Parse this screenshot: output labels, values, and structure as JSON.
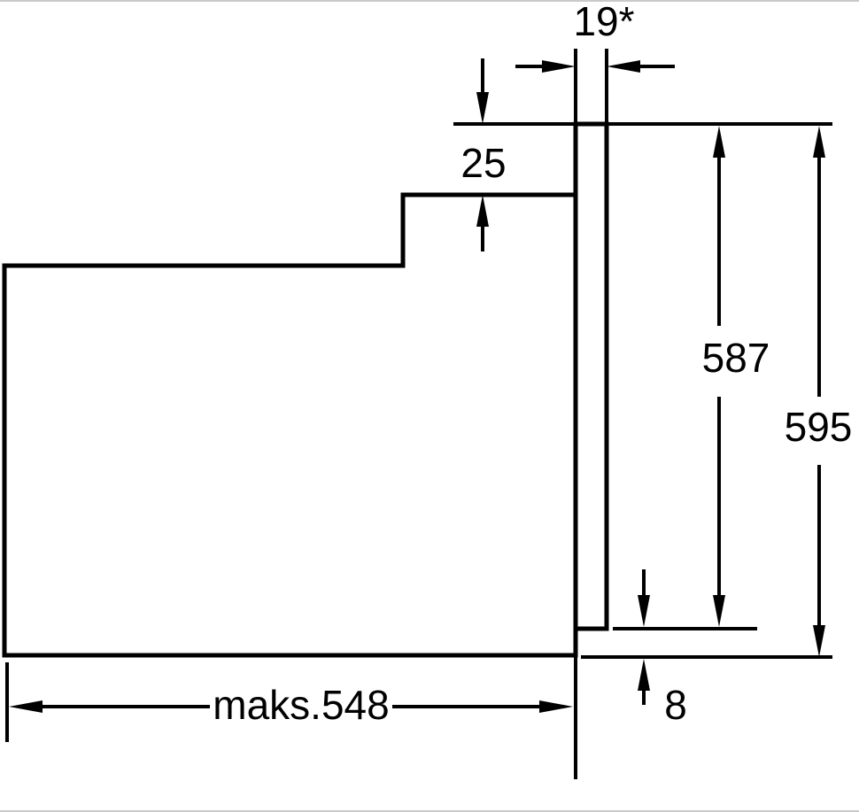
{
  "page": {
    "background": "#ffffff",
    "line_color": "#000000"
  },
  "diagram": {
    "type": "appliance-installation-dimension-drawing",
    "subject": "built-in oven side profile with niche dimensions (mm)",
    "labels": {
      "frame_overhang": "19*",
      "top_inset": "25",
      "front_height": "587",
      "total_height": "595",
      "bottom_gap": "8",
      "max_depth": "maks.548"
    }
  }
}
